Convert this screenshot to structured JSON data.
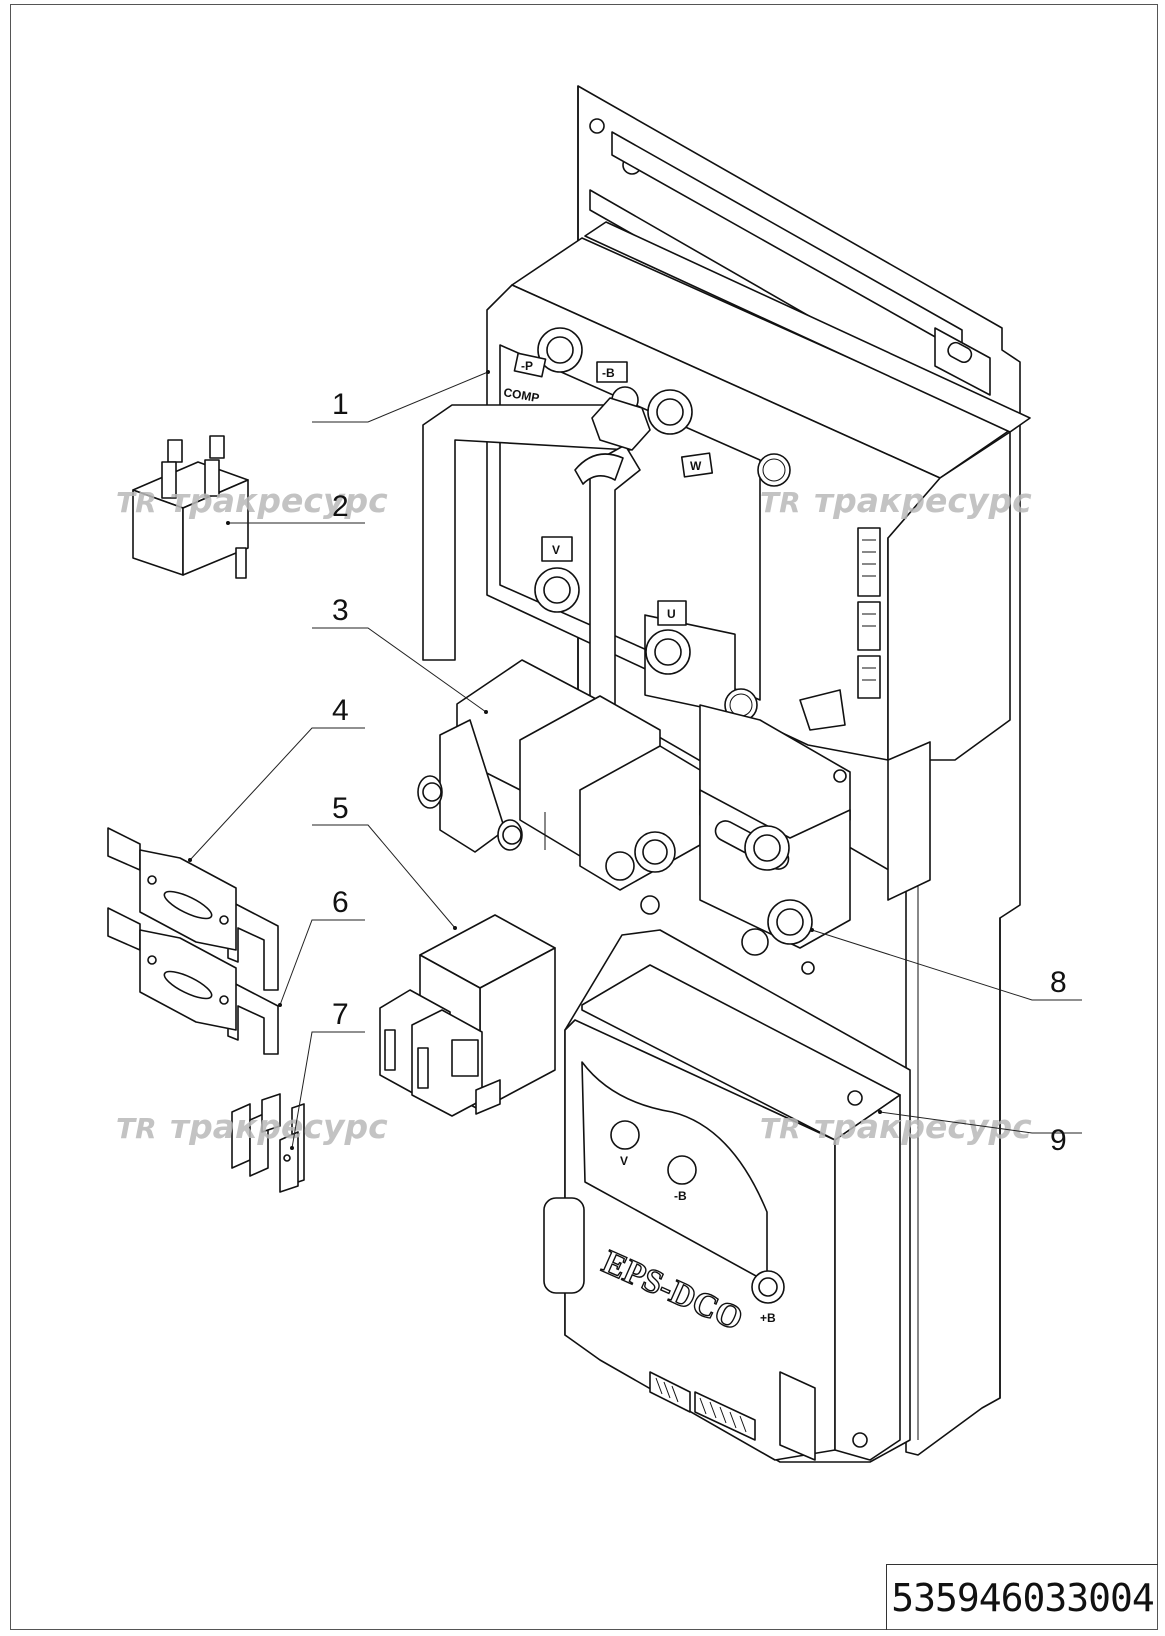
{
  "callouts": [
    "1",
    "2",
    "3",
    "4",
    "5",
    "6",
    "7",
    "8",
    "9"
  ],
  "terminal_labels": {
    "minus_p": "-P",
    "minus_b": "-B",
    "comp": "COMP",
    "w": "W",
    "v": "V",
    "u": "U",
    "lower_v": "V",
    "lower_minus_b": "-B",
    "lower_plus_b": "+B"
  },
  "embossed_text": "EPS-DCO",
  "watermark": {
    "logo": "TR",
    "text": "тракресурс"
  },
  "document_number": "535946033004"
}
